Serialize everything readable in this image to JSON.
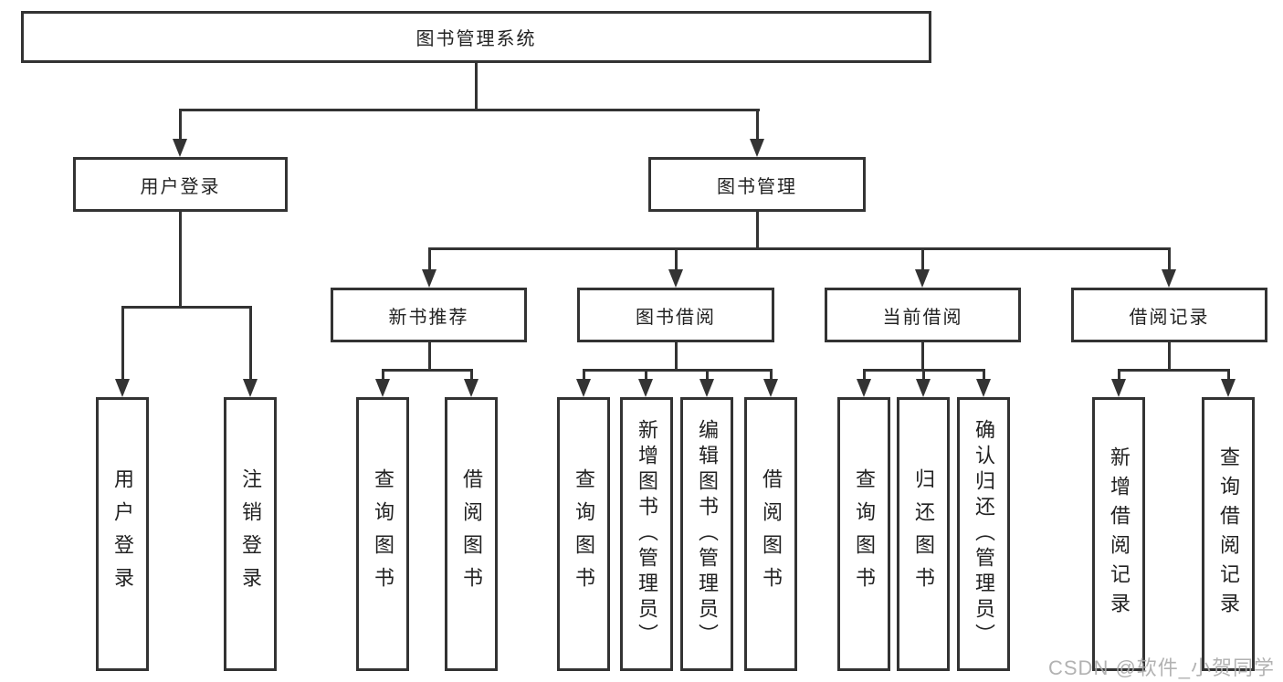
{
  "diagram": {
    "type": "hierarchy-tree",
    "colors": {
      "line": "#333333",
      "text": "#222222",
      "background": "#ffffff",
      "watermark": "#aaaaaa"
    },
    "nodes": {
      "root": {
        "label": "图书管理系统"
      },
      "user_login": {
        "label": "用户登录"
      },
      "book_mgmt": {
        "label": "图书管理"
      },
      "new_book_rec": {
        "label": "新书推荐"
      },
      "book_borrow": {
        "label": "图书借阅"
      },
      "current_borrow": {
        "label": "当前借阅"
      },
      "borrow_records": {
        "label": "借阅记录"
      },
      "leaf_user_login": {
        "label": "用户登录"
      },
      "leaf_logout": {
        "label": "注销登录"
      },
      "leaf_nbr_query": {
        "label": "查询图书"
      },
      "leaf_nbr_borrow": {
        "label": "借阅图书"
      },
      "leaf_bb_query": {
        "label": "查询图书"
      },
      "leaf_bb_add": {
        "label": "新增图书（管理员）"
      },
      "leaf_bb_edit": {
        "label": "编辑图书（管理员）"
      },
      "leaf_bb_borrow": {
        "label": "借阅图书"
      },
      "leaf_cb_query": {
        "label": "查询图书"
      },
      "leaf_cb_return": {
        "label": "归还图书"
      },
      "leaf_cb_confirm": {
        "label": "确认归还（管理员）"
      },
      "leaf_br_add": {
        "label": "新增借阅记录"
      },
      "leaf_br_query": {
        "label": "查询借阅记录"
      }
    },
    "hierarchy": {
      "图书管理系统": {
        "用户登录": [
          "用户登录",
          "注销登录"
        ],
        "图书管理": {
          "新书推荐": [
            "查询图书",
            "借阅图书"
          ],
          "图书借阅": [
            "查询图书",
            "新增图书（管理员）",
            "编辑图书（管理员）",
            "借阅图书"
          ],
          "当前借阅": [
            "查询图书",
            "归还图书",
            "确认归还（管理员）"
          ],
          "借阅记录": [
            "新增借阅记录",
            "查询借阅记录"
          ]
        }
      }
    },
    "watermark": "CSDN @软件_小贺同学"
  }
}
